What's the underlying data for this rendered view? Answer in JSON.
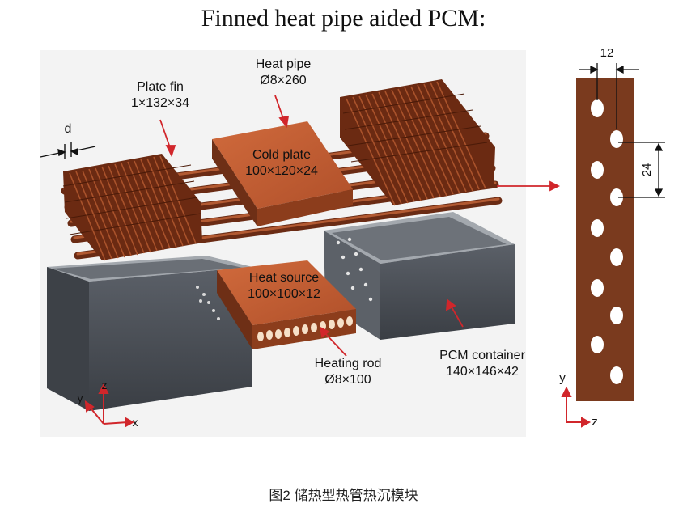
{
  "title": "Finned heat pipe aided PCM:",
  "caption": "图2 储热型热管热沉模块",
  "labels": {
    "plate_fin": {
      "name": "Plate fin",
      "dim": "1×132×34"
    },
    "heat_pipe": {
      "name": "Heat pipe",
      "dim": "Ø8×260"
    },
    "cold_plate": {
      "name": "Cold plate",
      "dim": "100×120×24"
    },
    "heat_source": {
      "name": "Heat source",
      "dim": "100×100×12"
    },
    "heating_rod": {
      "name": "Heating rod",
      "dim": "Ø8×100"
    },
    "pcm_container": {
      "name": "PCM container",
      "dim": "140×146×42"
    },
    "fin_gap": "d"
  },
  "section_view": {
    "pitch_horizontal": "12",
    "pitch_vertical": "24",
    "axis_y": "y",
    "axis_z": "z"
  },
  "axes_3d": {
    "x": "x",
    "y": "y",
    "z": "z"
  },
  "colors": {
    "copper": "#b5562e",
    "copper_dark": "#6e2a14",
    "fin_section": "#7a3a1e",
    "container": "#4b5058",
    "container_top": "#8a8f96",
    "arrow": "#d1262b"
  }
}
